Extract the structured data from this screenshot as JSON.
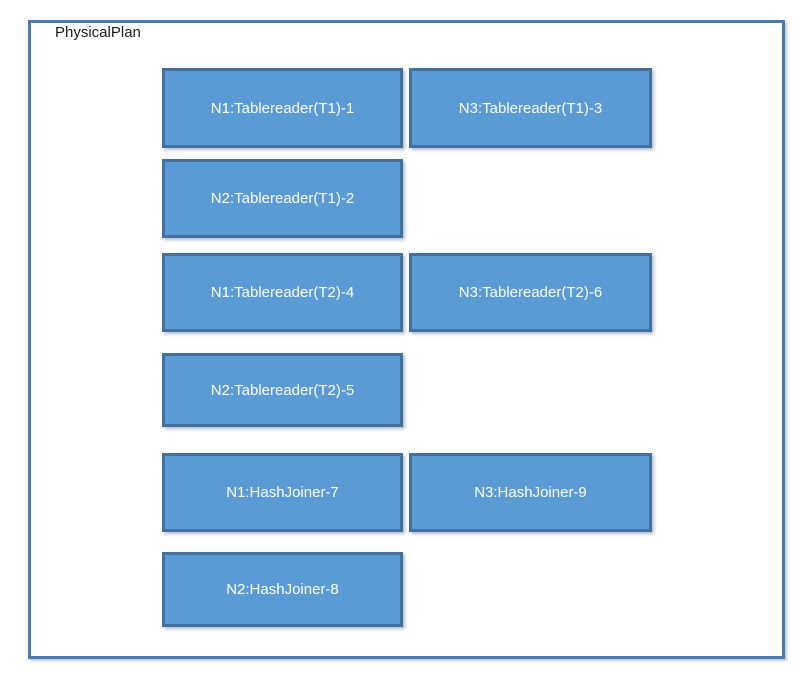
{
  "page": {
    "title": "PhysicalPlan"
  },
  "colors": {
    "node_fill": "#5B9BD5",
    "node_border": "#41719C",
    "node_text": "#FFFFFF",
    "frame_border": "#4A7AB0",
    "title_text": "#1B1B1B",
    "background": "#FFFFFF"
  },
  "nodes": [
    {
      "label": "N1:Tablereader(T1)-1"
    },
    {
      "label": "N3:Tablereader(T1)-3"
    },
    {
      "label": "N2:Tablereader(T1)-2"
    },
    {
      "label": "N1:Tablereader(T2)-4"
    },
    {
      "label": "N3:Tablereader(T2)-6"
    },
    {
      "label": "N2:Tablereader(T2)-5"
    },
    {
      "label": "N1:HashJoiner-7"
    },
    {
      "label": "N3:HashJoiner-9"
    },
    {
      "label": "N2:HashJoiner-8"
    }
  ]
}
